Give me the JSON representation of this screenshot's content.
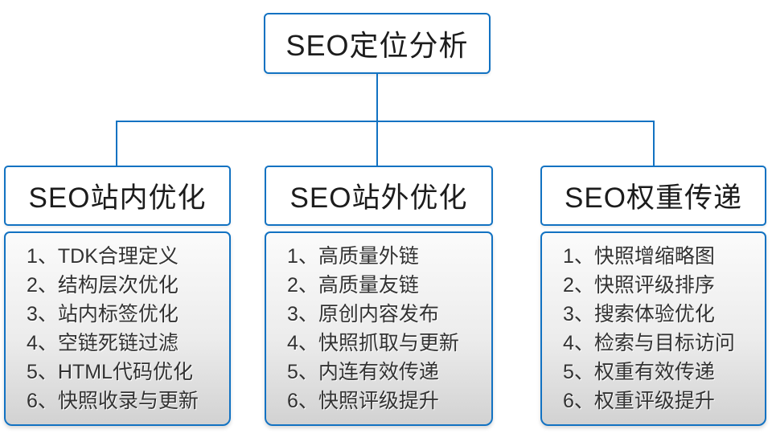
{
  "root": {
    "title": "SEO定位分析"
  },
  "colors": {
    "line_blue": "#1272c2",
    "list_gradient_top": "#fbfbfb",
    "list_gradient_bottom": "#d2d2d2"
  },
  "columns": [
    {
      "title": "SEO站内优化",
      "items": [
        "1、TDK合理定义",
        "2、结构层次优化",
        "3、站内标签优化",
        "4、空链死链过滤",
        "5、HTML代码优化",
        "6、快照收录与更新"
      ]
    },
    {
      "title": "SEO站外优化",
      "items": [
        "1、高质量外链",
        "2、高质量友链",
        "3、原创内容发布",
        "4、快照抓取与更新",
        "5、内连有效传递",
        "6、快照评级提升"
      ]
    },
    {
      "title": "SEO权重传递",
      "items": [
        "1、快照增缩略图",
        "2、快照评级排序",
        "3、搜索体验优化",
        "4、检索与目标访问",
        "5、权重有效传递",
        "6、权重评级提升"
      ]
    }
  ]
}
